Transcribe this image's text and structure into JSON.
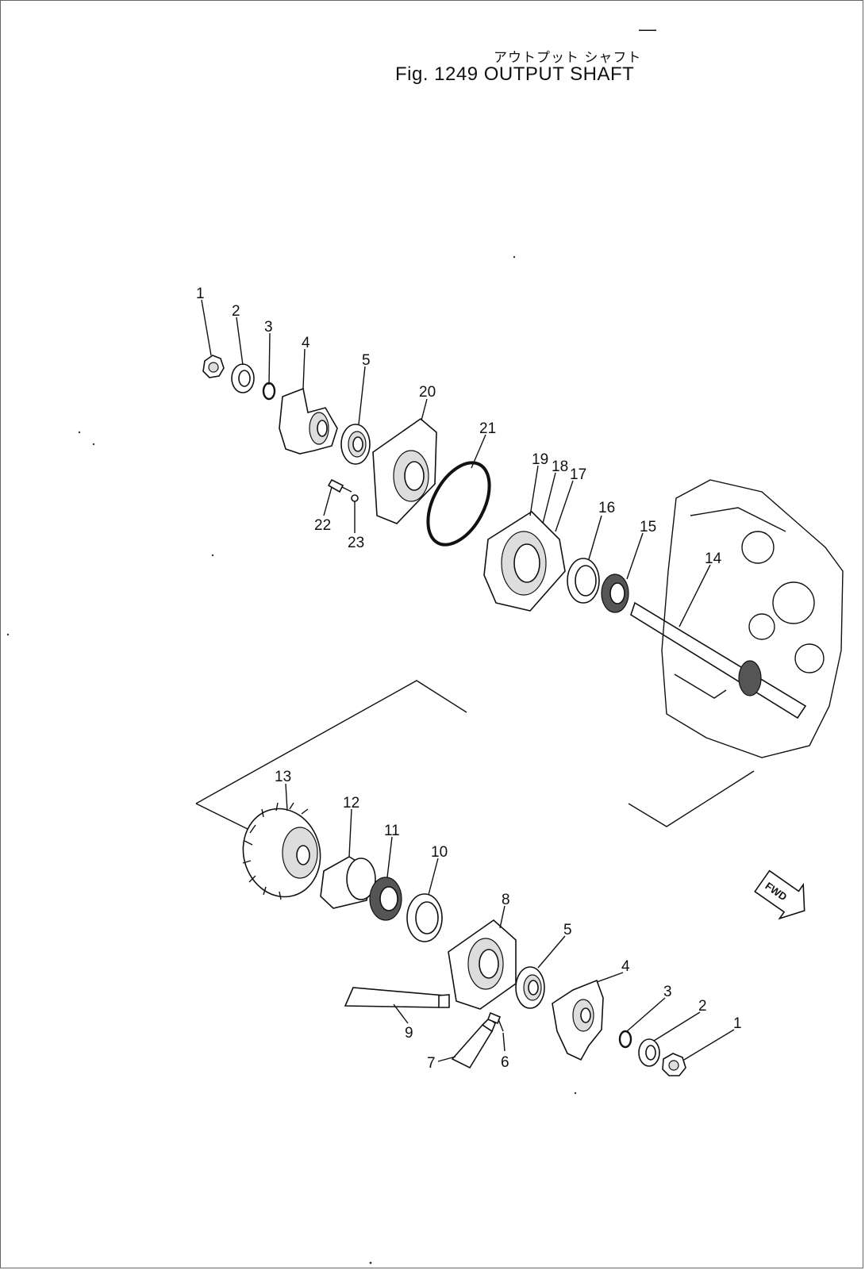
{
  "figure": {
    "title_japanese": "アウトプット シャフト",
    "title_english": "Fig. 1249 OUTPUT SHAFT",
    "page_mark": "—"
  },
  "direction_marker": "FWD",
  "upper_assembly_callouts": [
    "1",
    "2",
    "3",
    "4",
    "5",
    "20",
    "21",
    "19",
    "18",
    "17",
    "16",
    "15",
    "14",
    "22",
    "23"
  ],
  "lower_assembly_callouts": [
    "13",
    "12",
    "11",
    "10",
    "8",
    "5",
    "4",
    "3",
    "2",
    "1",
    "9",
    "7",
    "6"
  ]
}
